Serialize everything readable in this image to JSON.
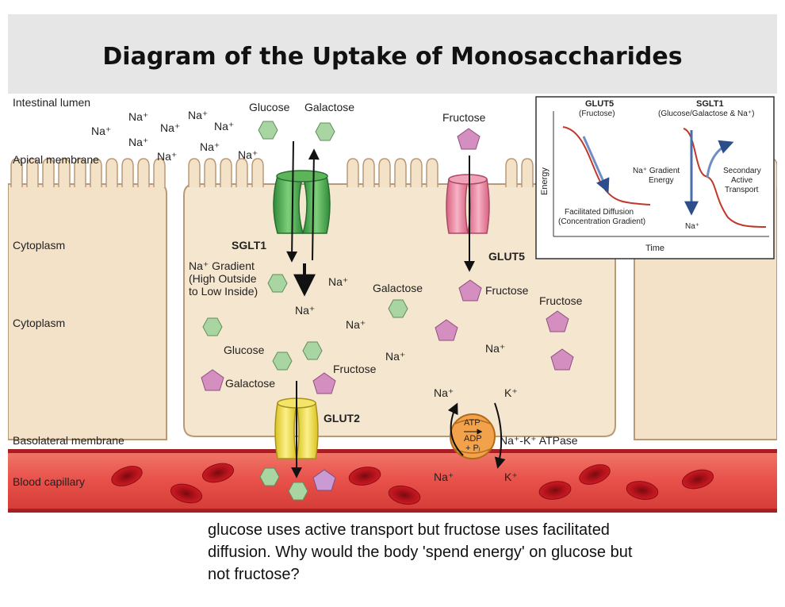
{
  "title": "Diagram of the Uptake of Monosaccharides",
  "labels": {
    "intestinal_lumen": "Intestinal lumen",
    "apical_membrane": "Apical membrane",
    "cytoplasm_1": "Cytoplasm",
    "cytoplasm_2": "Cytoplasm",
    "basolateral_membrane": "Basolateral membrane",
    "blood_capillary": "Blood capillary"
  },
  "ions": {
    "na": "Na⁺",
    "k": "K⁺"
  },
  "lumen": {
    "glucose": "Glucose",
    "galactose": "Galactose",
    "fructose": "Fructose"
  },
  "transporters": {
    "sglt1": "SGLT1",
    "glut5": "GLUT5",
    "glut2": "GLUT2",
    "atpase": "Na⁺-K⁺ ATPase"
  },
  "gradient": {
    "line1": "Na⁺ Gradient",
    "line2": "(High Outside",
    "line3": "to Low Inside)"
  },
  "cell": {
    "galactose": "Galactose",
    "fructose_1": "Fructose",
    "fructose_2": "Fructose",
    "glucose": "Glucose",
    "fructose_3": "Fructose",
    "galactose_2": "Galactose"
  },
  "atp": {
    "atp": "ATP",
    "adp": "ADP",
    "pi": "+ Pᵢ"
  },
  "inset": {
    "glut5_title": "GLUT5",
    "glut5_sub": "(Fructose)",
    "sglt1_title": "SGLT1",
    "sglt1_sub": "(Glucose/Galactose & Na⁺)",
    "y_label": "Energy",
    "x_label": "Time",
    "gradient_energy_1": "Na⁺ Gradient",
    "gradient_energy_2": "Energy",
    "secondary_1": "Secondary",
    "secondary_2": "Active",
    "secondary_3": "Transport",
    "facilitated_1": "Facilitated Diffusion",
    "facilitated_2": "(Concentration Gradient)",
    "na": "Na⁺"
  },
  "question": "glucose uses active transport but fructose uses facilitated diffusion. Why would the body 'spend energy' on glucose but not fructose?",
  "colors": {
    "glucose": "#a8d5a2",
    "fructose": "#d48fc0",
    "sglt1": "#4caf50",
    "glut5": "#e88aa8",
    "glut2": "#f2e04a",
    "atpase": "#f2a24a",
    "cell": "#f5e6cf",
    "blood": "#e8504a",
    "rbc": "#c1121f"
  }
}
